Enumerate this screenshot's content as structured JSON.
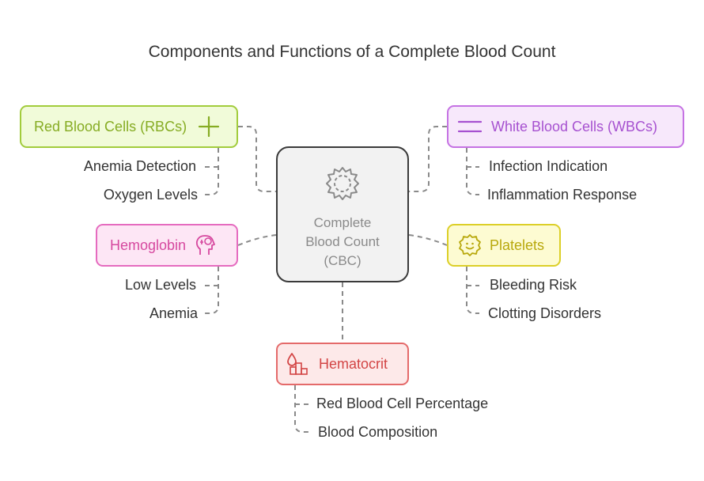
{
  "title": "Components and Functions of a Complete Blood Count",
  "center": {
    "label": "Complete\nBlood Count\n(CBC)",
    "icon": "virus-icon"
  },
  "nodes": {
    "rbc": {
      "label": "Red Blood Cells (RBCs)",
      "icon": "plus-icon",
      "color": "#86ac23",
      "items": [
        "Anemia Detection",
        "Oxygen Levels"
      ]
    },
    "wbc": {
      "label": "White Blood Cells (WBCs)",
      "icon": "lines-icon",
      "color": "#a651d0",
      "items": [
        "Infection Indication",
        "Inflammation Response"
      ]
    },
    "hemoglobin": {
      "label": "Hemoglobin",
      "icon": "head-gear-icon",
      "color": "#d6489f",
      "items": [
        "Low Levels",
        "Anemia"
      ]
    },
    "platelets": {
      "label": "Platelets",
      "icon": "smiley-badge-icon",
      "color": "#b8a80c",
      "items": [
        "Bleeding Risk",
        "Clotting Disorders"
      ]
    },
    "hematocrit": {
      "label": "Hematocrit",
      "icon": "drop-blocks-icon",
      "color": "#d34545",
      "items": [
        "Red Blood Cell Percentage",
        "Blood Composition"
      ]
    }
  }
}
